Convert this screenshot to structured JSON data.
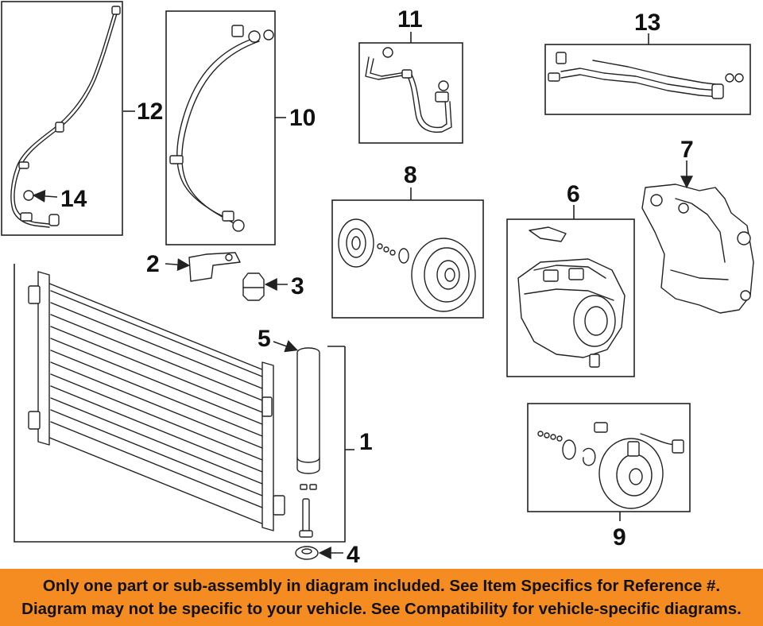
{
  "diagram": {
    "callouts": [
      {
        "id": "1",
        "label": "1"
      },
      {
        "id": "2",
        "label": "2"
      },
      {
        "id": "3",
        "label": "3"
      },
      {
        "id": "4",
        "label": "4"
      },
      {
        "id": "5",
        "label": "5"
      },
      {
        "id": "6",
        "label": "6"
      },
      {
        "id": "7",
        "label": "7"
      },
      {
        "id": "8",
        "label": "8"
      },
      {
        "id": "9",
        "label": "9"
      },
      {
        "id": "10",
        "label": "10"
      },
      {
        "id": "11",
        "label": "11"
      },
      {
        "id": "12",
        "label": "12"
      },
      {
        "id": "13",
        "label": "13"
      },
      {
        "id": "14",
        "label": "14"
      }
    ]
  },
  "footer": {
    "line1": "Only one part or sub-assembly in diagram included. See Item Specifics for Reference #.",
    "line2": "Diagram may not be specific to your vehicle. See Compatibility for vehicle-specific diagrams."
  },
  "colors": {
    "banner": "#f58c21",
    "ink": "#222222",
    "background": "#ffffff"
  }
}
